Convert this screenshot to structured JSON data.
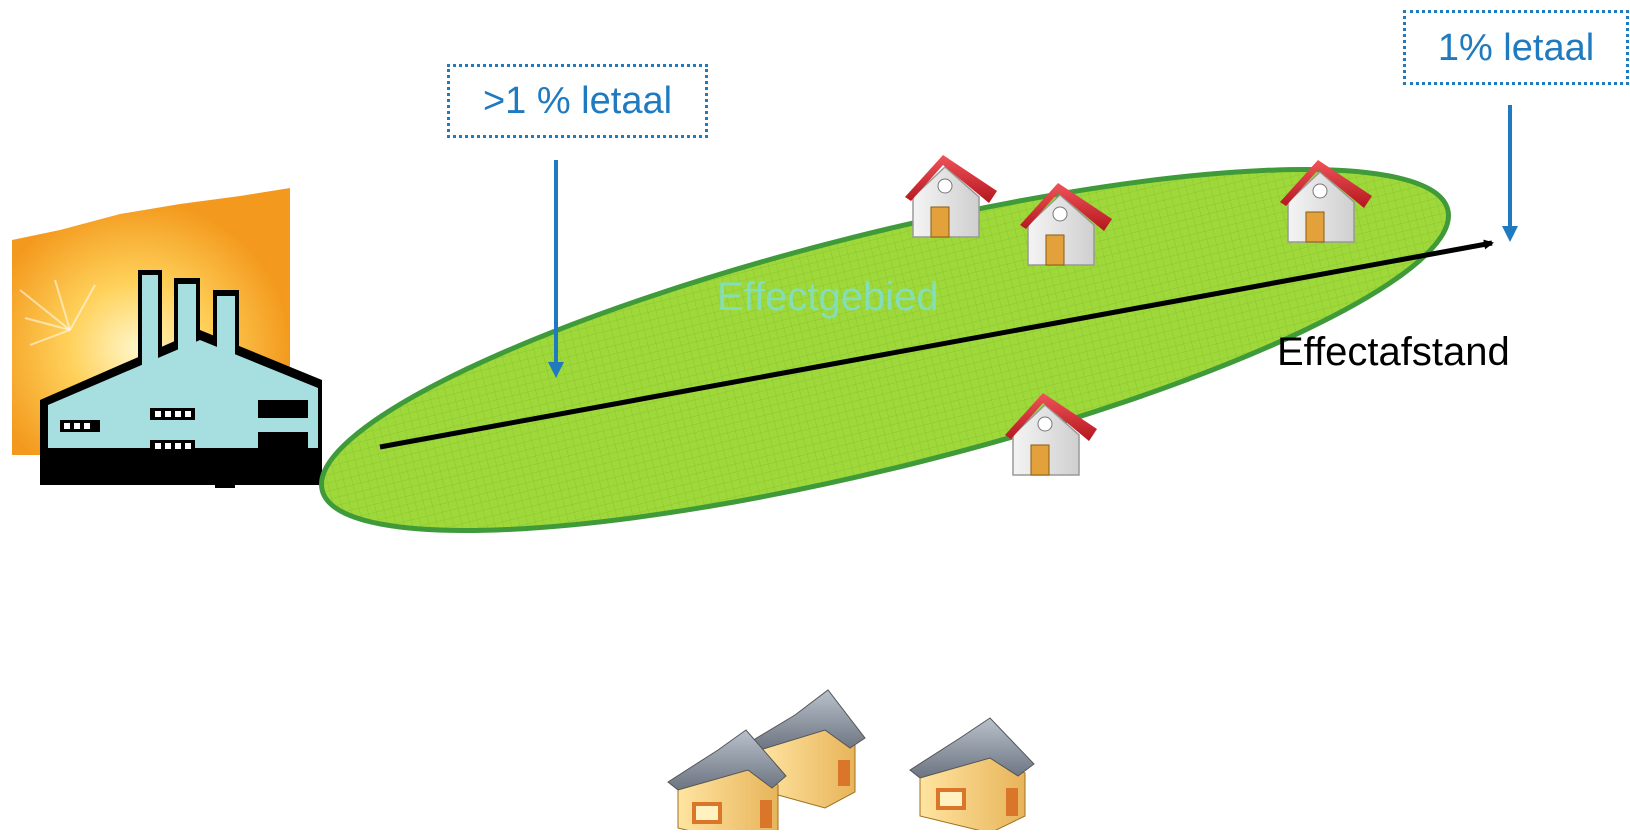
{
  "callouts": {
    "near": ">1 % letaal",
    "far": "1% letaal"
  },
  "labels": {
    "area": "Effectgebied",
    "distance": "Effectafstand"
  },
  "colors": {
    "callout_blue": "#1f7ac0",
    "area_fill": "#9ed83a",
    "area_stroke": "#3f9a3a",
    "area_label": "#7fe0d0",
    "arrow": "#000000",
    "roof_red": "#d9262e",
    "factory_orange": "#f39a1e",
    "factory_body": "#a7dfe0"
  },
  "icons": {
    "factory": "factory-icon",
    "house": "house-icon",
    "residential": "residential-houses-icon"
  }
}
